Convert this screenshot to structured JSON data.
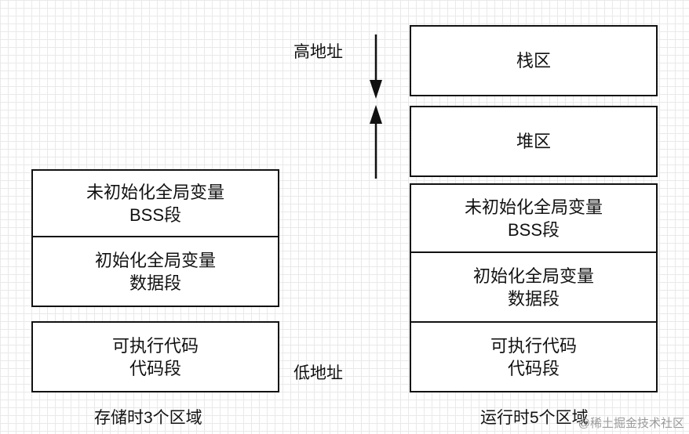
{
  "left_group": {
    "caption": "存储时3个区域",
    "segments": [
      {
        "line1": "未初始化全局变量",
        "line2": "BSS段"
      },
      {
        "line1": "初始化全局变量",
        "line2": "数据段"
      },
      {
        "line1": "可执行代码",
        "line2": "代码段"
      }
    ]
  },
  "right_group": {
    "caption": "运行时5个区域",
    "segments": [
      {
        "line1": "栈区"
      },
      {
        "line1": "堆区"
      },
      {
        "line1": "未初始化全局变量",
        "line2": "BSS段"
      },
      {
        "line1": "初始化全局变量",
        "line2": "数据段"
      },
      {
        "line1": "可执行代码",
        "line2": "代码段"
      }
    ]
  },
  "labels": {
    "high_address": "高地址",
    "low_address": "低地址"
  },
  "watermark": "@稀土掘金技术社区"
}
